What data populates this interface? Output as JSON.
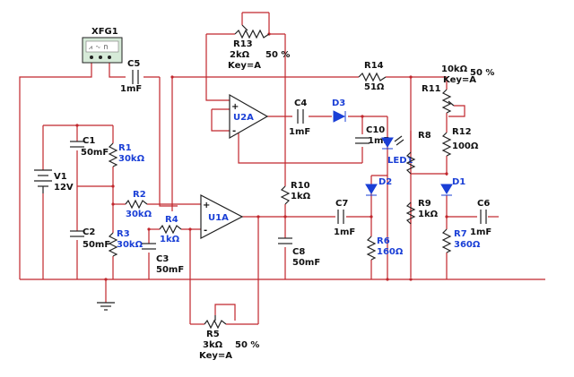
{
  "labels": {
    "xfg1": "XFG1",
    "c5": "C5",
    "c5_val": "1mF",
    "r13": "R13",
    "r13_val": "2kΩ",
    "r13_pct": "50 %",
    "r13_key": "Key=A",
    "r14": "R14",
    "r14_val": "51Ω",
    "r11_val": "10kΩ",
    "r11_pct": "50 %",
    "r11_key": "Key=A",
    "r11": "R11",
    "u2a": "U2A",
    "c4": "C4",
    "c4_val": "1mF",
    "d3": "D3",
    "c10": "C10",
    "c10_val": "1mF",
    "r8": "R8",
    "r12": "R12",
    "r12_val": "100Ω",
    "led1": "LED1",
    "c1": "C1",
    "c1_val": "50mF",
    "r1": "R1",
    "r1_val": "30kΩ",
    "v1": "V1",
    "v1_val": "12V",
    "r2": "R2",
    "r2_val": "30kΩ",
    "r10": "R10",
    "r10_val": "1kΩ",
    "d2": "D2",
    "d1": "D1",
    "r9": "R9",
    "r9_val": "1kΩ",
    "c6": "C6",
    "c6_val": "1mF",
    "c7": "C7",
    "c7_val": "1mF",
    "r4": "R4",
    "r4_val": "1kΩ",
    "u1a": "U1A",
    "c2": "C2",
    "c2_val": "50mF",
    "r3": "R3",
    "r3_val": "30kΩ",
    "r7": "R7",
    "r7_val": "360Ω",
    "r6": "R6",
    "r6_val": "160Ω",
    "c3": "C3",
    "c3_val": "50mF",
    "c8": "C8",
    "c8_val": "50mF",
    "r5": "R5",
    "r5_val": "3kΩ",
    "r5_pct": "50 %",
    "r5_key": "Key=A",
    "plus": "+",
    "minus": "-"
  }
}
